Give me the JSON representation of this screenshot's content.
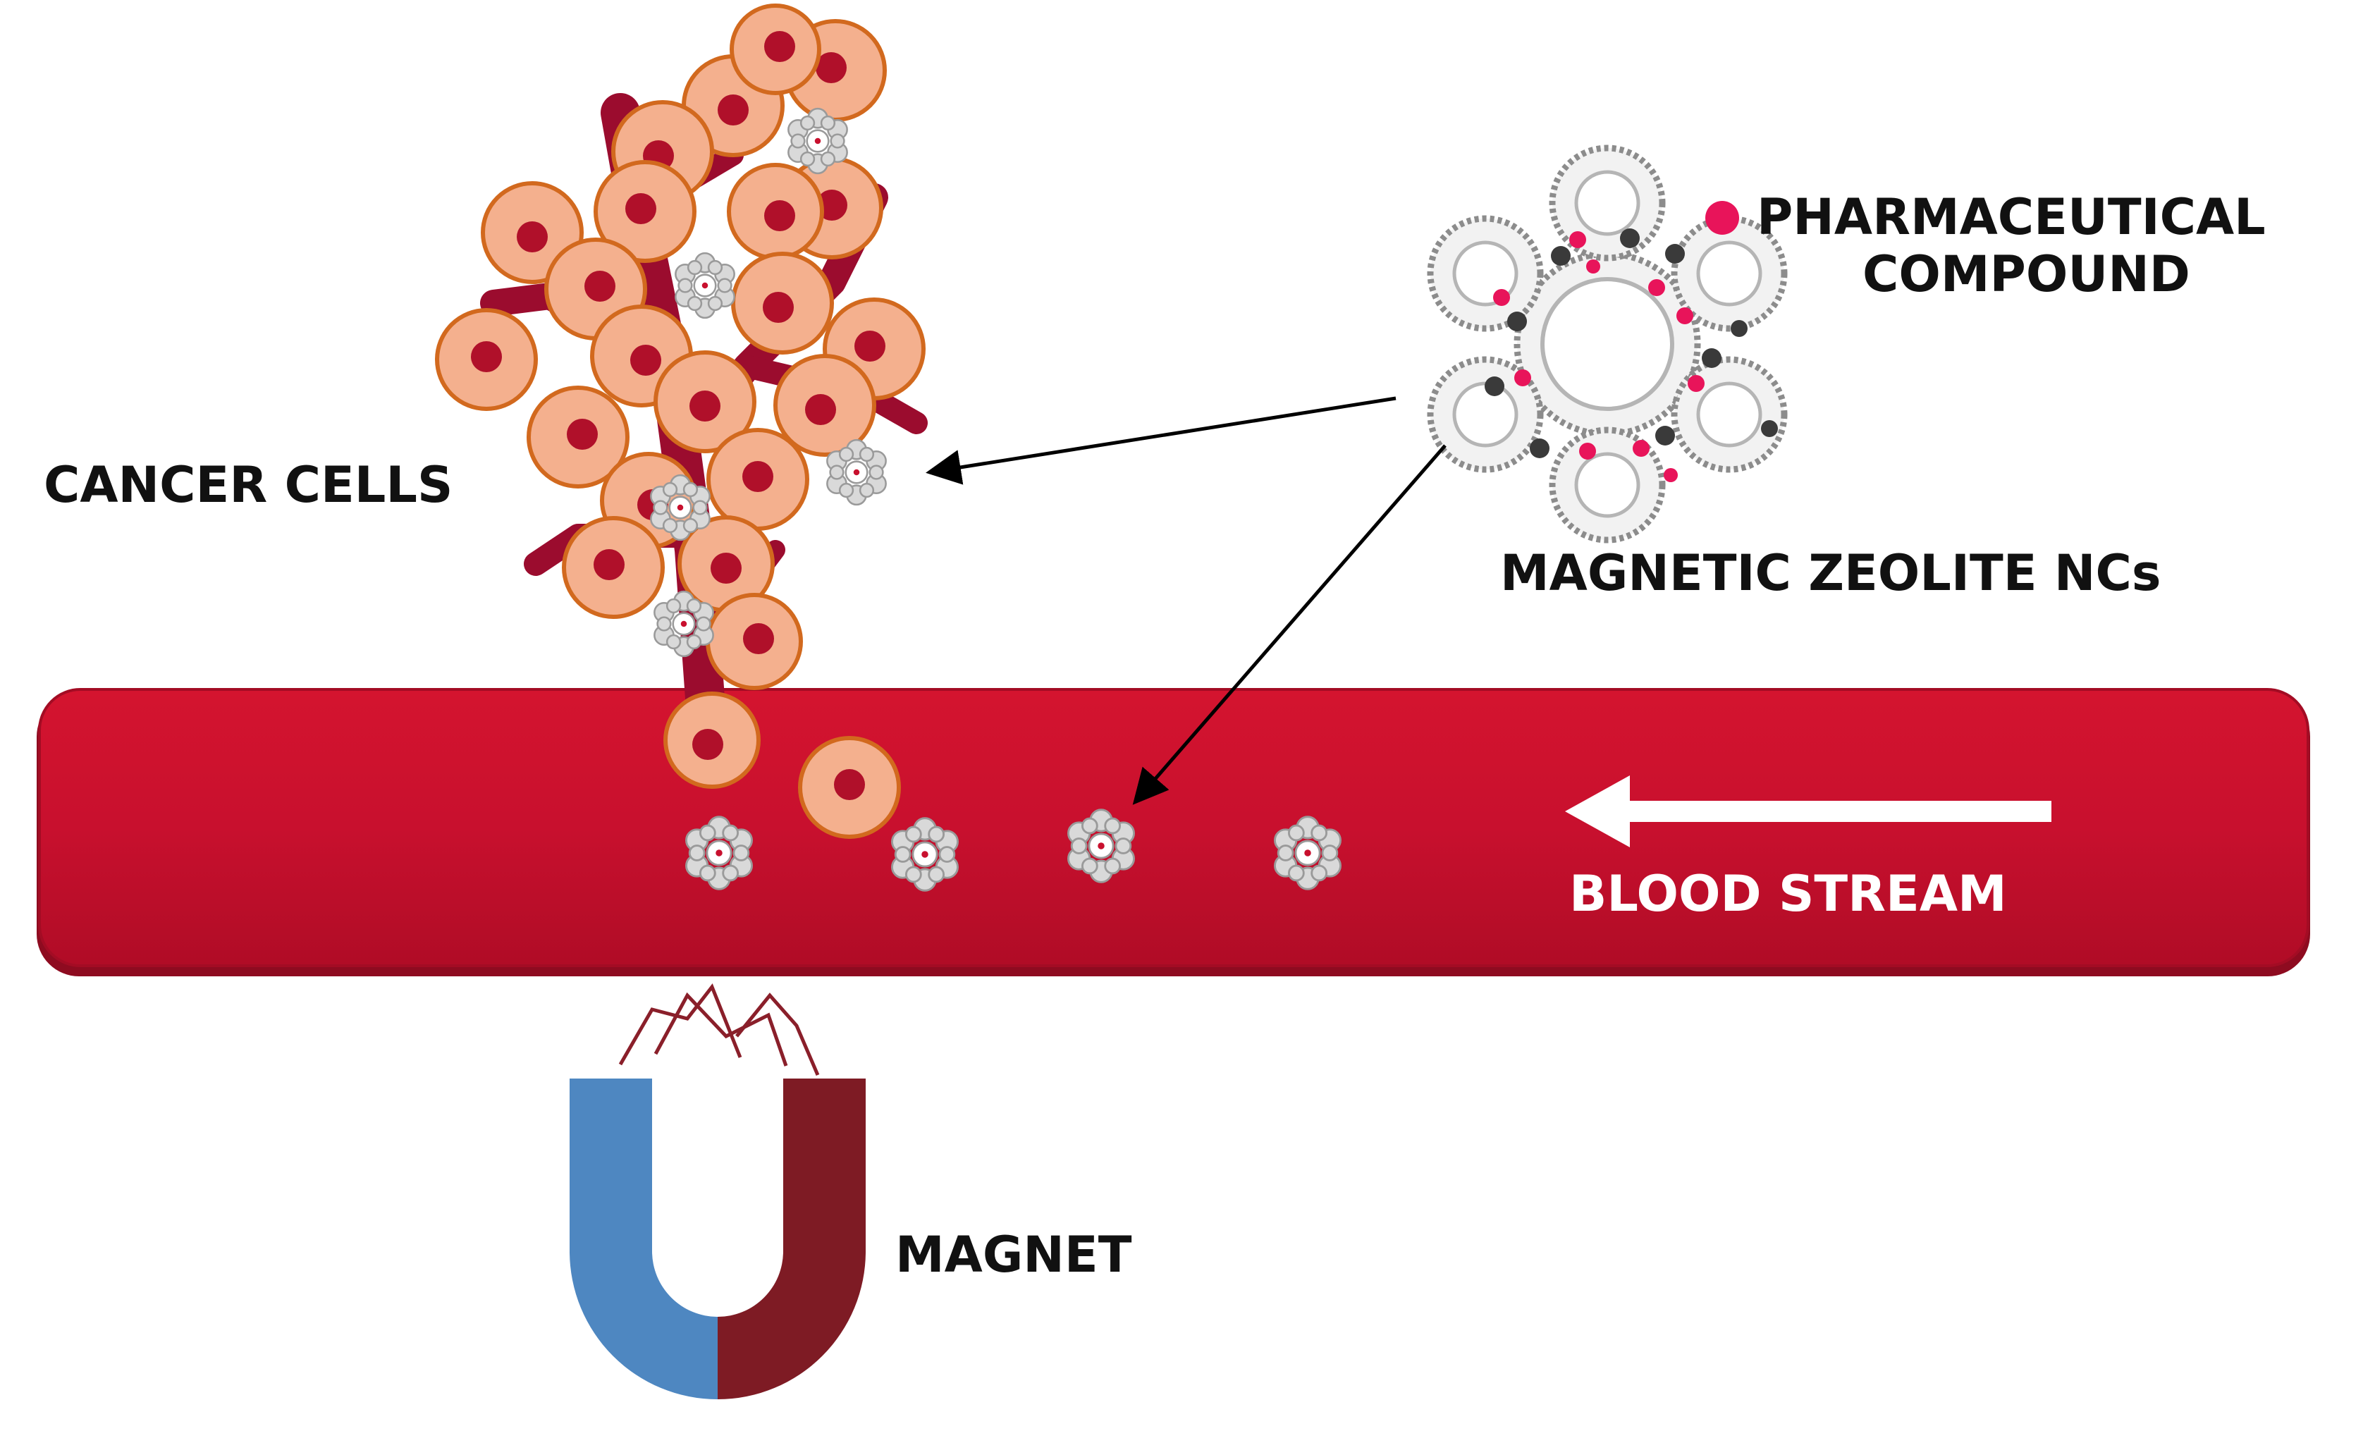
{
  "labels": {
    "cancer_cells": "CANCER CELLS",
    "pharma_line1": "PHARMACEUTICAL",
    "pharma_line2": "COMPOUND",
    "zeolite": "MAGNETIC ZEOLITE NCs",
    "blood_stream": "BLOOD STREAM",
    "magnet": "MAGNET"
  },
  "colors": {
    "vessel": "#c8102e",
    "vessel_dark": "#8e0b20",
    "cell_fill": "#f4b08e",
    "cell_outline": "#d2691e",
    "nucleus": "#b0102a",
    "pharma_dot": "#e8145a",
    "magnet_blue": "#4e87c1",
    "magnet_red": "#7e1b24",
    "arrow": "#000000"
  }
}
